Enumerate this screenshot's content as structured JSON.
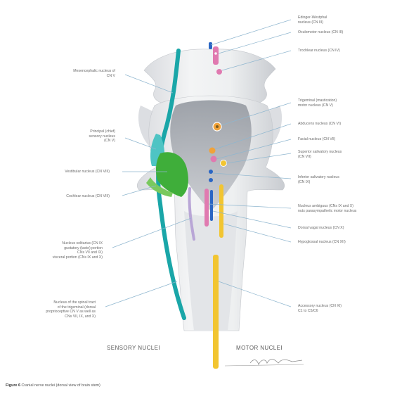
{
  "labels_left": [
    {
      "id": "mesencephalic",
      "text": "Mesencephalic nucleus of\nCN V"
    },
    {
      "id": "principal_sensory",
      "text": "Principal (chief)\nsensory nucleus\n(CN V)"
    },
    {
      "id": "vestibular",
      "text": "Vestibular nucleus (CN VIII)"
    },
    {
      "id": "cochlear",
      "text": "Cochlear nucleus (CN VIII)"
    },
    {
      "id": "solitarius",
      "text": "Nucleus solitarius (CN IX\ngustatory (taste) portion\nCNs VII and IX)\nvisceral portion (CNs IX and X)"
    },
    {
      "id": "spinal_trigeminal",
      "text": "Nucleus of the spinal tract\nof the trigeminal (dorsal\nproprioceptive CN V as well as\nCNs VII, IX, and X)"
    }
  ],
  "labels_right": [
    {
      "id": "edinger_westphal",
      "text": "Edinger-Westphal\nnucleus (CN III)"
    },
    {
      "id": "oculomotor",
      "text": "Oculomotor nucleus (CN III)"
    },
    {
      "id": "trochlear",
      "text": "Trochlear nucleus (CN IV)"
    },
    {
      "id": "trigeminal_motor",
      "text": "Trigeminal (mastication)\nmotor nucleus (CN V)"
    },
    {
      "id": "abducens",
      "text": "Abducens nucleus (CN VI)"
    },
    {
      "id": "facial",
      "text": "Facial nucleus (CN VII)"
    },
    {
      "id": "superior_salivatory",
      "text": "Superior salivatory nucleus\n(CN VII)"
    },
    {
      "id": "inferior_salivatory",
      "text": "Inferior salivatory nucleus\n(CN IX)"
    },
    {
      "id": "ambiguus",
      "text": "Nucleus ambiguus (CNs IX and X)\nnuts parasympathetic motor nucleus"
    },
    {
      "id": "dorsal_vagal",
      "text": "Dorsal vagal nucleus (CN X)"
    },
    {
      "id": "hypoglossal",
      "text": "Hypoglossal nucleus (CN XII)"
    },
    {
      "id": "accessory",
      "text": "Accessory nucleus (CN XI)\nC1 to C5/C6"
    }
  ],
  "sections": {
    "sensory": "SENSORY NUCLEI",
    "motor": "MOTOR NUCLEI"
  },
  "caption": {
    "prefix": "Figure 6",
    "text": "Cranial nerve nuclei (dorsal view of brain stem)"
  },
  "colors": {
    "brainstem_light": "#e9eaec",
    "brainstem_shadow": "#b9bcc2",
    "teal": "#1aa6a8",
    "green": "#3fae3a",
    "lavender": "#b9a6d6",
    "pink": "#e07ab0",
    "blue": "#2a66c4",
    "yellow": "#f2c531",
    "orange": "#f0a23a",
    "leader": "#8fb6cf"
  }
}
